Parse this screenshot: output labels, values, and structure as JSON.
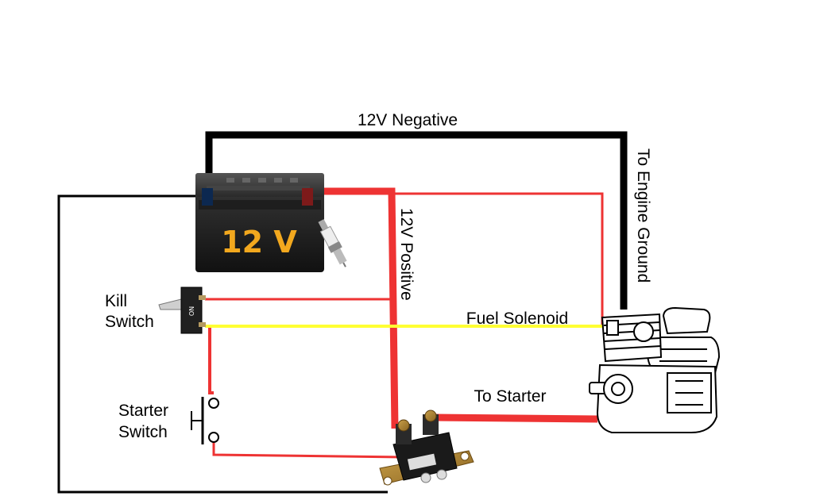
{
  "labels": {
    "negative": "12V Negative",
    "engine_ground": "To Engine Ground",
    "positive": "12V Positive",
    "fuel_solenoid": "Fuel Solenoid",
    "to_starter": "To Starter",
    "kill_line1": "Kill",
    "kill_line2": "Switch",
    "starter_line1": "Starter",
    "starter_line2": "Switch",
    "battery": "12 V"
  },
  "colors": {
    "negative_wire": "#000000",
    "positive_wire": "#ee3333",
    "fuel_wire": "#ffff33",
    "battery_text": "#f2a81e"
  }
}
